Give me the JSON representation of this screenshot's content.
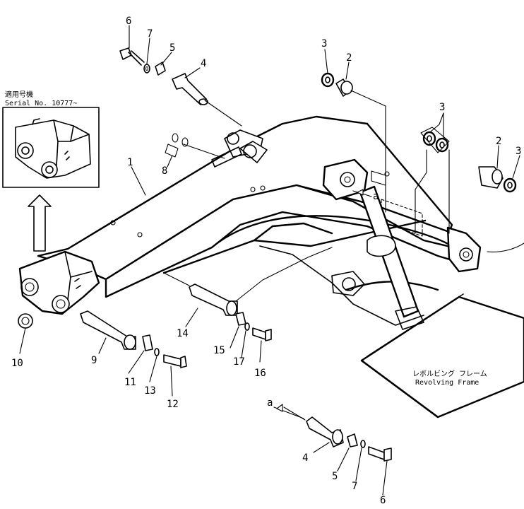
{
  "callouts": {
    "c1": "1",
    "c2a": "2",
    "c2b": "2",
    "c3a": "3",
    "c3b": "3",
    "c3c": "3",
    "c4a": "4",
    "c4b": "4",
    "c5a": "5",
    "c5b": "5",
    "c6a": "6",
    "c6b": "6",
    "c7a": "7",
    "c7b": "7",
    "c8": "8",
    "c9": "9",
    "c10": "10",
    "c11": "11",
    "c12": "12",
    "c13": "13",
    "c14": "14",
    "c15": "15",
    "c16": "16",
    "c17": "17"
  },
  "view_marks": {
    "a_upper": "a",
    "a_lower": "a"
  },
  "inset": {
    "applicable_jp": "適用号機",
    "serial": "Serial No. 10777~"
  },
  "frame": {
    "label_jp": "レボルビング フレーム",
    "label_en": "Revolving Frame"
  }
}
